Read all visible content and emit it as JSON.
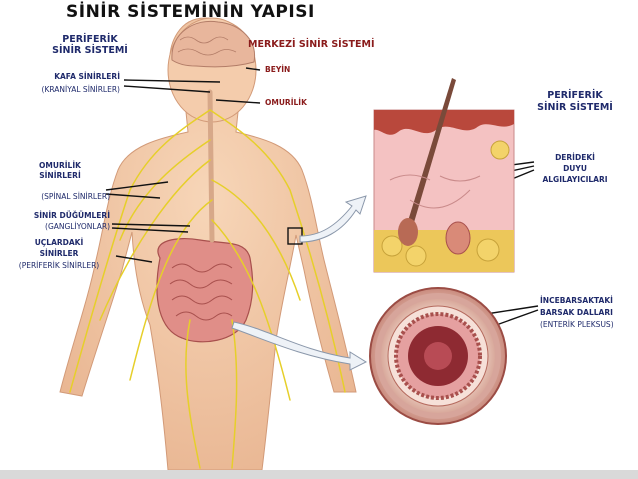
{
  "title": "SİNİR SİSTEMİNİN YAPISI",
  "labels": {
    "peripheral_top_1": "PERİFERİK",
    "peripheral_top_2": "SİNİR SİSTEMİ",
    "central": "MERKEZİ SİNİR SİSTEMİ",
    "brain": "BEYİN",
    "spinal_cord": "OMURİLİK",
    "cranial_1": "KAFA SİNİRLERİ",
    "cranial_2": "(KRANİYAL SİNİRLER)",
    "spinal_nerves_1": "OMURİLİK",
    "spinal_nerves_2": "SİNİRLERİ",
    "spinal_nerves_3": "(SPİNAL SİNİRLER)",
    "ganglia_1": "SİNİR DÜĞÜMLERİ",
    "ganglia_2": "(GANGLİYONLAR)",
    "terminal_1": "UÇLARDAKİ",
    "terminal_2": "SİNİRLER",
    "terminal_3": "(PERİFERİK SİNİRLER)",
    "peripheral_right_1": "PERİFERİK",
    "peripheral_right_2": "SİNİR SİSTEMİ",
    "skin_1": "DERİDEKİ",
    "skin_2": "DUYU",
    "skin_3": "ALGILAYICILARI",
    "intestine_1": "İNCEBARSAKTAKİ",
    "intestine_2": "BARSAK DALLARI",
    "intestine_3": "(ENTERİK PLEKSUS)"
  },
  "colors": {
    "skin": "#f2c9a6",
    "nerve": "#e6cf2a",
    "brain": "#e8b69c",
    "intestine": "#d67a78",
    "navy_text": "#1f2a6b",
    "red_text": "#8a1b1b"
  }
}
